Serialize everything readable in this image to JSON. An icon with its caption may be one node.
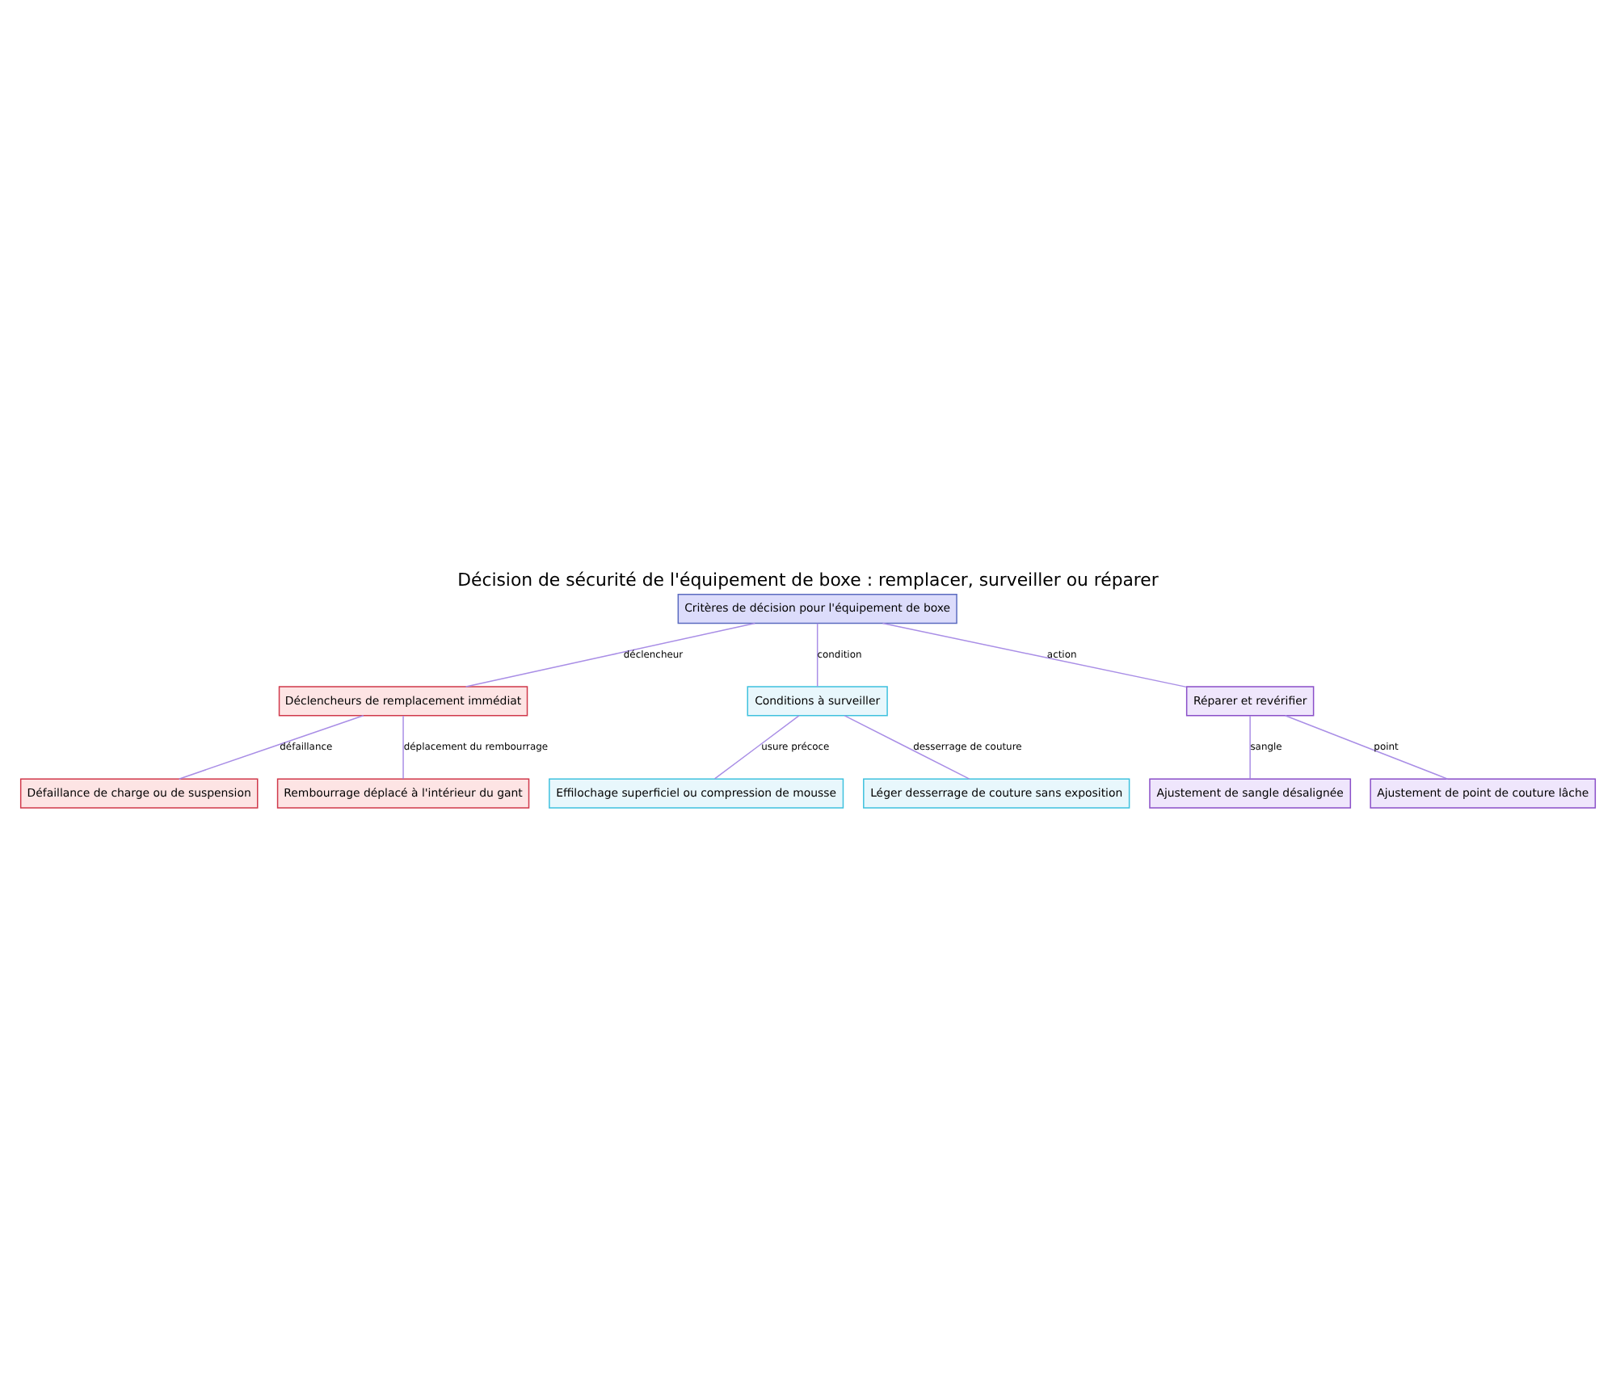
{
  "diagram": {
    "title": "Décision de sécurité de l'équipement de boxe : remplacer, surveiller ou réparer",
    "nodes": [
      {
        "text": [
          "Critères de décision pour l'équipement de boxe"
        ]
      },
      {
        "text": [
          "Déclencheurs de remplacement immédiat"
        ]
      },
      {
        "text": [
          "Conditions à surveiller"
        ]
      },
      {
        "text": [
          "Réparer et revérifier"
        ]
      },
      {
        "text": [
          "Défaillance de charge ou de suspension"
        ]
      },
      {
        "text": [
          "Rembourrage déplacé à l'intérieur du gant"
        ]
      },
      {
        "text": [
          "Effilochage superficiel ou compression de mousse"
        ]
      },
      {
        "text": [
          "Léger desserrage de couture sans exposition"
        ]
      },
      {
        "text": [
          "Ajustement de sangle désalignée"
        ]
      },
      {
        "text": [
          "Ajustement de point de couture lâche"
        ]
      }
    ],
    "edges": [
      {
        "from": 0,
        "to": 1,
        "arrow": "none",
        "label": "déclencheur"
      },
      {
        "from": 0,
        "to": 2,
        "arrow": "none",
        "label": "condition"
      },
      {
        "from": 0,
        "to": 3,
        "arrow": "none",
        "label": "action"
      },
      {
        "from": 1,
        "to": 4,
        "arrow": "none",
        "label": "défaillance"
      },
      {
        "from": 1,
        "to": 5,
        "arrow": "none",
        "label": "déplacement du rembourrage"
      },
      {
        "from": 2,
        "to": 6,
        "arrow": "none",
        "label": "usure précoce"
      },
      {
        "from": 2,
        "to": 7,
        "arrow": "none",
        "label": "desserrage de couture"
      },
      {
        "from": 3,
        "to": 8,
        "arrow": "none",
        "label": "sangle"
      },
      {
        "from": 3,
        "to": 9,
        "arrow": "none",
        "label": "point"
      }
    ]
  }
}
